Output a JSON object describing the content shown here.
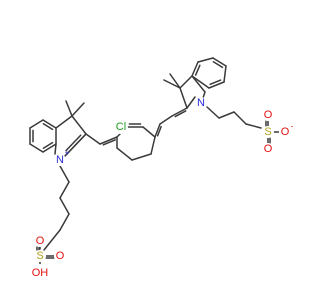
{
  "molecule": {
    "colors": {
      "bond": "#3a3a3a",
      "carbon": "#3a3a3a",
      "nitrogen": "#2b2bd9",
      "oxygen": "#e0120f",
      "sulfur": "#b5a21c",
      "chlorine": "#1b9e1b",
      "background": "#ffffff"
    },
    "labels": {
      "cl": "Cl",
      "n_left": "N",
      "n_left_charge": "+",
      "n_right": "N",
      "s_left": "S",
      "s_right": "S",
      "o_left_top": "O",
      "o_left_bottom": "O",
      "oh_left": "OH",
      "o_right_top": "O",
      "o_right_bottom": "O",
      "o_right_minus": "O",
      "o_minus_charge": "-"
    }
  }
}
